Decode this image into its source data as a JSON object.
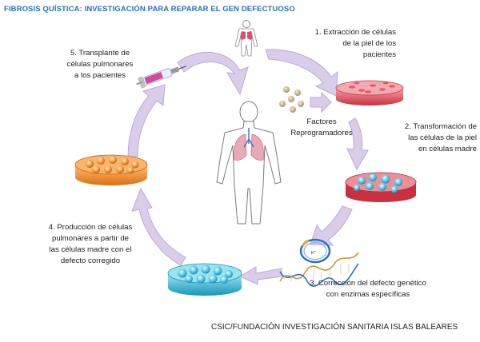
{
  "title": "FIBROSIS QUÍSTICA: INVESTIGACIÓN PARA REPARAR EL GEN DEFECTUOSO",
  "footer": "CSIC/FUNDACIÓN INVESTIGACIÓN SANITARIA ISLAS BALEARES",
  "steps": {
    "step1": "1. Extracción de células\nde la piel de los\npacientes",
    "step2": "2. Transformación de\nlas células de la piel\nen células madre",
    "step3": "3. Corrección del defecto genético\ncon  enzimas específicas",
    "step4": "4. Producción de células\npulmonares a partir de\nlas células madre con el\ndefecto corregido",
    "step5": "5. Transplante de\ncélulas pulmonares\na los pacientes"
  },
  "factors_label": "Factores\nReprogramadores",
  "plasmid_label": "K*",
  "colors": {
    "title": "#2a6fbf",
    "arrow": "#d9cdea",
    "arrow_stroke": "#bba9d6",
    "skin_dish": "#d94c5a",
    "stem_dish": "#c9414f",
    "stem_cells": "#4fc3e0",
    "lung_dish_orange": "#ef8a2c",
    "lung_dish_blue": "#2fb8d6",
    "lungs": "#e0708a"
  }
}
